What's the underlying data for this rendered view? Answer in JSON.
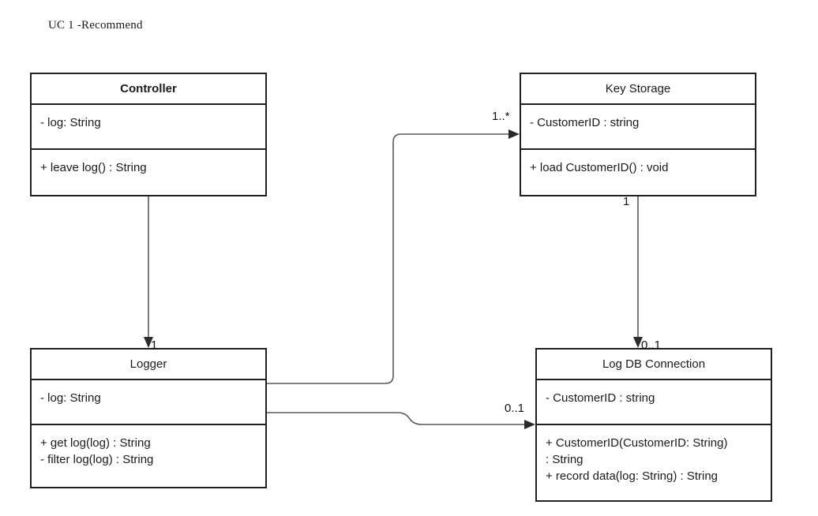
{
  "diagram": {
    "title": "UC 1 -Recommend",
    "type": "uml-class-diagram",
    "background": "#ffffff",
    "border_color": "#1f1f1f",
    "connector_color": "#5a5a5a",
    "text_color": "#1a1a1a"
  },
  "classes": {
    "controller": {
      "name": "Controller",
      "name_bold": true,
      "attributes": [
        "- log: String"
      ],
      "methods": [
        "+ leave log() : String"
      ]
    },
    "key_storage": {
      "name": "Key Storage",
      "name_bold": false,
      "attributes": [
        "- CustomerID : string"
      ],
      "methods": [
        "+ load CustomerID() : void"
      ]
    },
    "logger": {
      "name": "Logger",
      "name_bold": false,
      "attributes": [
        "- log: String"
      ],
      "methods": [
        "+ get log(log) : String",
        "- filter log(log) : String"
      ]
    },
    "log_db_connection": {
      "name": "Log DB Connection",
      "name_bold": false,
      "attributes": [
        "- CustomerID : string"
      ],
      "methods": [
        "+ CustomerID(CustomerID: String)",
        ": String",
        "+ record data(log: String) : String"
      ]
    }
  },
  "associations": [
    {
      "id": "controller-to-logger",
      "from": "Controller",
      "to": "Logger",
      "target_multiplicity": "1"
    },
    {
      "id": "key-storage-to-log-db-connection",
      "from": "Key Storage",
      "to": "Log DB Connection",
      "source_multiplicity": "1",
      "target_multiplicity": "0..1"
    },
    {
      "id": "logger-to-key-storage",
      "from": "Logger",
      "to": "Key Storage",
      "target_multiplicity": "1..*"
    },
    {
      "id": "logger-to-log-db-connection",
      "from": "Logger",
      "to": "Log DB Connection",
      "target_multiplicity": "0..1"
    }
  ]
}
